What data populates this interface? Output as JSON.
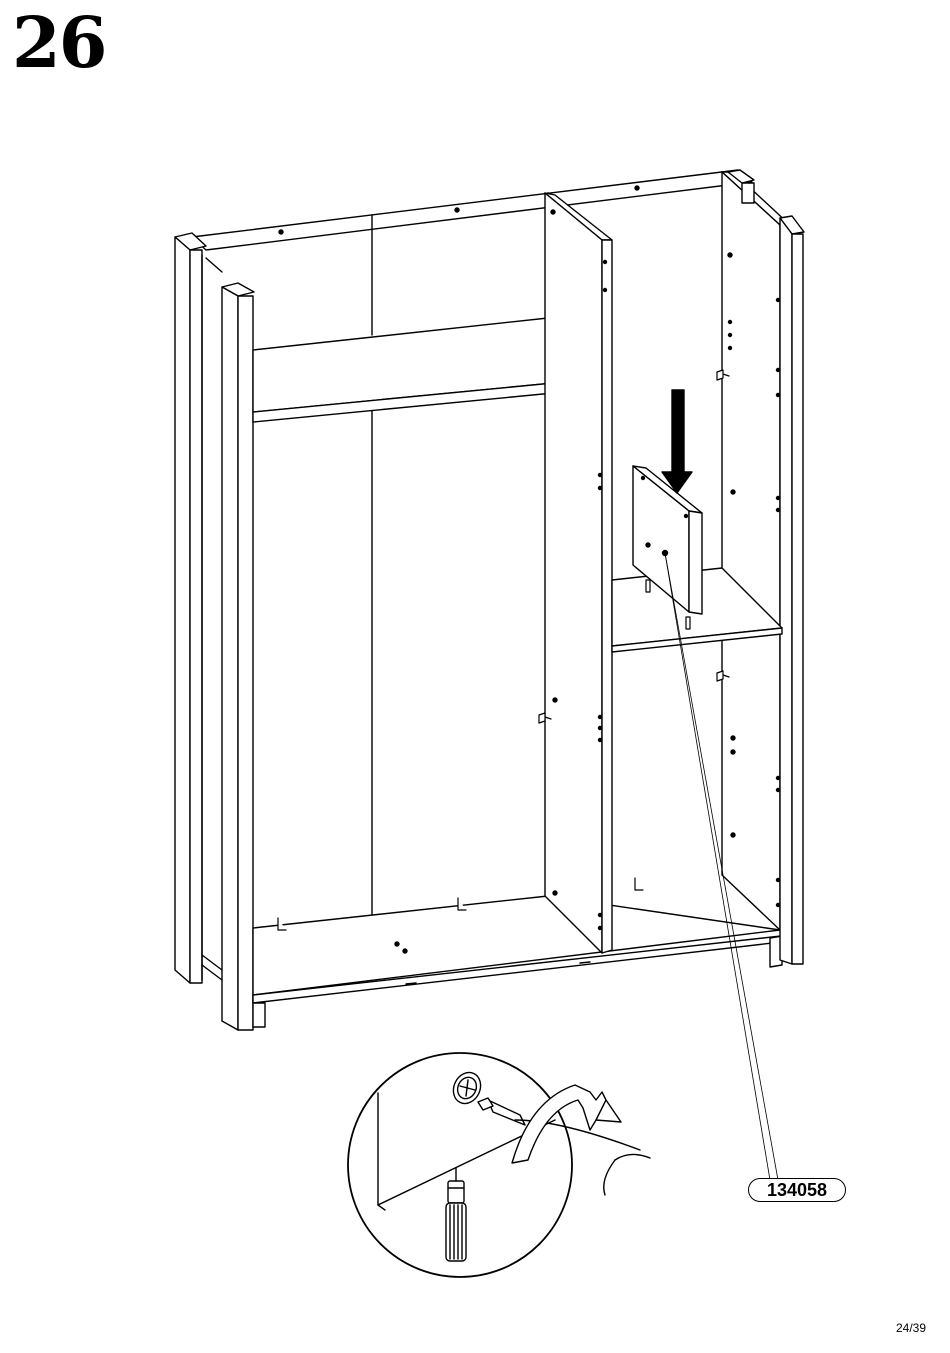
{
  "step": {
    "number": "26"
  },
  "part": {
    "code": "134058"
  },
  "page": {
    "indicator": "24/39"
  },
  "icons": [
    "wardrobe-frame-illustration",
    "shelf-panel",
    "arrow-down-icon",
    "screwdriver-icon",
    "cam-lock-icon",
    "dowel-pin-icon",
    "rotation-arrow-icon"
  ]
}
